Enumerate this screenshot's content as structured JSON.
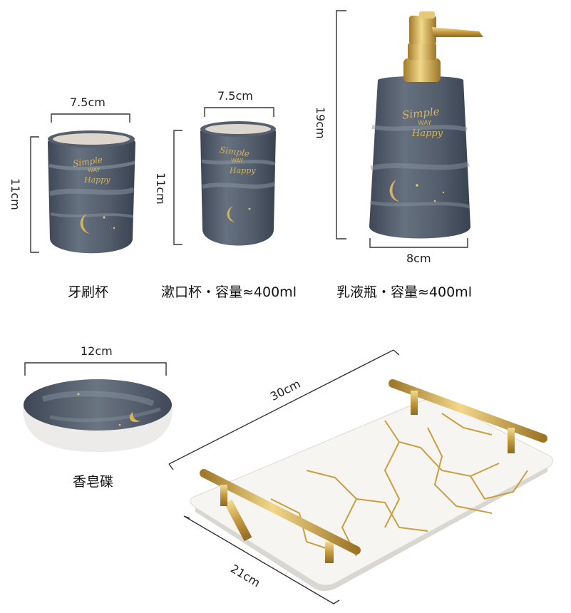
{
  "colors": {
    "ceramic_blue": "#4f5968",
    "ceramic_light": "#7d8896",
    "gold": "#c9a24a",
    "marble": "#f4f4f2"
  },
  "toothbrush_cup": {
    "width_label": "7.5cm",
    "height_label": "11cm",
    "caption": "牙刷杯",
    "print_line1": "Simple",
    "print_line2": "WAY",
    "print_line3": "Happy"
  },
  "rinse_cup": {
    "width_label": "7.5cm",
    "height_label": "11cm",
    "caption": "漱口杯・容量≈400ml",
    "print_line1": "Simple",
    "print_line2": "WAY",
    "print_line3": "Happy"
  },
  "lotion_bottle": {
    "width_label": "8cm",
    "height_label": "19cm",
    "caption": "乳液瓶・容量≈400ml",
    "print_line1": "Simple",
    "print_line2": "WAY",
    "print_line3": "Happy"
  },
  "soap_dish": {
    "width_label": "12cm",
    "caption": "香皂碟"
  },
  "tray": {
    "length_label": "30cm",
    "width_label": "21cm"
  }
}
